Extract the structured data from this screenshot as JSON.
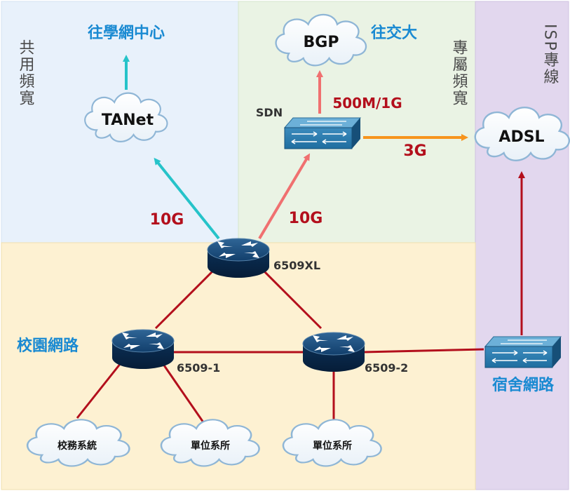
{
  "zones": {
    "shared_bandwidth": "共用頻寬",
    "dedicated_bandwidth": "專屬頻寬",
    "isp_line": "ISP專線",
    "campus_network": "校園網路",
    "dorm_network": "宿舍網路"
  },
  "destinations": {
    "tanet_center": "往學網中心",
    "nctu": "往交大"
  },
  "clouds": {
    "tanet": "TANet",
    "bgp": "BGP",
    "adsl": "ADSL",
    "school_affairs": "校務系統",
    "units_1": "單位系所",
    "units_2": "單位系所"
  },
  "devices": {
    "sdn": "SDN",
    "core": "6509XL",
    "router_1": "6509-1",
    "router_2": "6509-2"
  },
  "links": {
    "core_tanet": "10G",
    "core_sdn": "10G",
    "sdn_bgp": "500M/1G",
    "sdn_adsl": "3G"
  },
  "colors": {
    "shared_bg": "#e8f1fb",
    "dedicated_bg": "#eaf3e4",
    "isp_bg": "#e2d7ee",
    "campus_bg": "#fdf1d2",
    "cyan_link": "#26c3c9",
    "salmon_link": "#f07070",
    "orange_link": "#f7941d",
    "red_link": "#b30f1c",
    "device_navy": "#0e3b6a",
    "switch_blue": "#1f6ea0"
  }
}
